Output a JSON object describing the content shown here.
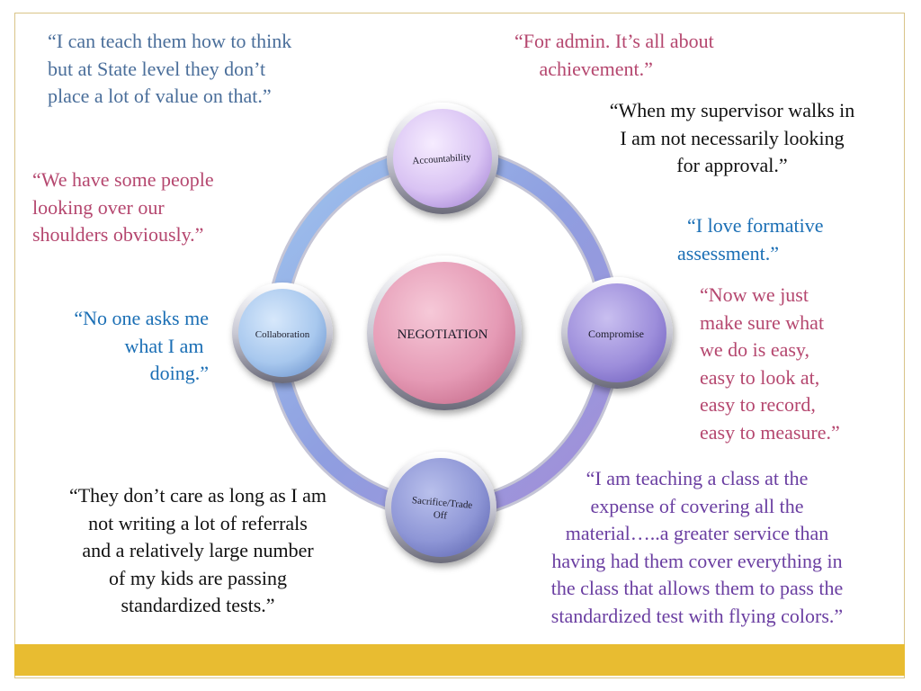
{
  "diagram": {
    "center": "NEGOTIATION",
    "nodes": {
      "top": "Accountability",
      "right": "Compromise",
      "bottom_line1": "Sacrifice/Trade",
      "bottom_line2": "Off",
      "left": "Collaboration"
    }
  },
  "quotes": {
    "q1": "“I can teach them how to think\nbut at State level they don’t\nplace a lot of value on that.”",
    "q2": "“For admin. It’s all about\n     achievement.”",
    "q3": "“When my supervisor walks in\nI am not necessarily looking\nfor approval.”",
    "q4": "“We have some people\nlooking over our\nshoulders obviously.”",
    "q5": "  “I love formative\nassessment.”",
    "q6": "“Now we just\nmake sure what\nwe do is easy,\neasy to look at,\neasy to record,\neasy to measure.”",
    "q7": "“No one asks me\nwhat I am \ndoing.”",
    "q8": "“They don’t care as long as I am\nnot writing a lot of referrals\nand a relatively large number\nof my kids are passing\nstandardized tests.”",
    "q9": "“I am teaching a class at the\nexpense of covering all the\nmaterial…..a greater service than\nhaving had them cover everything in\nthe class that allows them to pass the\nstandardized test with flying colors.”"
  },
  "colors": {
    "accent_bar": "#e8bc31",
    "ring_blue": "#7fa6dc",
    "ring_purple": "#a58fd6",
    "center_pink": "#de8aa8"
  }
}
